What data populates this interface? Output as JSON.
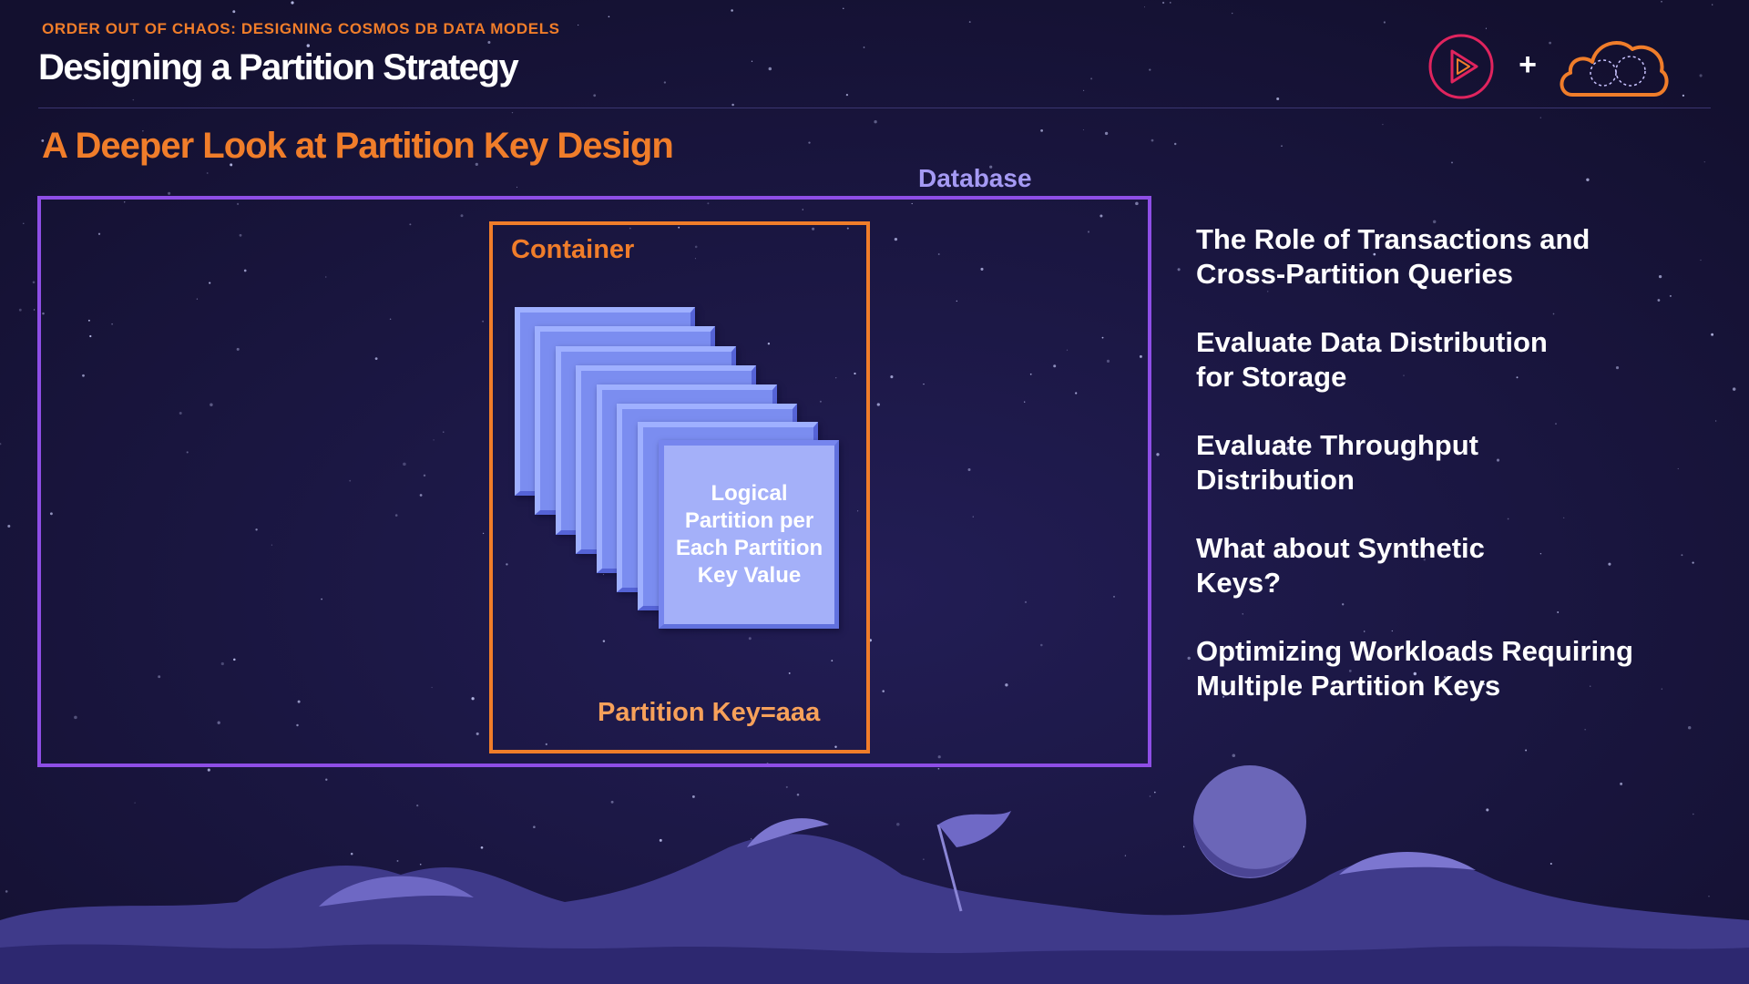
{
  "header": {
    "eyebrow": "ORDER OUT OF CHAOS: DESIGNING COSMOS DB DATA MODELS",
    "title": "Designing a Partition Strategy",
    "logos": [
      "play-icon",
      "plus-icon",
      "cloud-icon"
    ],
    "plus": "+"
  },
  "slide": {
    "section_title": "A Deeper Look at Partition Key Design",
    "diagram": {
      "database_label": "Database",
      "container_label": "Container",
      "partition_card_text": "Logical Partition per Each Partition Key Value",
      "partition_key_label": "Partition Key=aaa"
    },
    "topics": [
      {
        "line1": "The Role of Transactions and",
        "line2": "Cross-Partition Queries"
      },
      {
        "line1": "Evaluate Data Distribution",
        "line2": "for Storage"
      },
      {
        "line1": "Evaluate Throughput",
        "line2": "Distribution"
      },
      {
        "line1": "What about Synthetic",
        "line2": "Keys?"
      },
      {
        "line1": "Optimizing Workloads Requiring",
        "line2": "Multiple Partition Keys"
      }
    ]
  },
  "colors": {
    "background": "#16133a",
    "accent_orange": "#f07d2a",
    "database_purple": "#8e4ee6",
    "database_label": "#a59af4",
    "partition_blue": "#7b8df0"
  }
}
